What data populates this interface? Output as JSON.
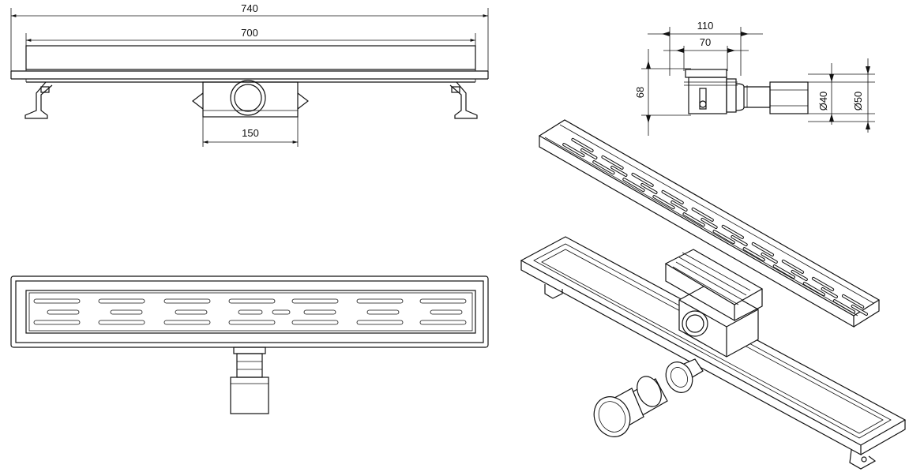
{
  "dimensions": {
    "overall_length": "740",
    "grate_length": "700",
    "outlet_width": "150",
    "side_width": "110",
    "side_inner_width": "70",
    "side_height": "68",
    "outlet_diameter_small": "Ø40",
    "outlet_diameter_large": "Ø50"
  },
  "icons": {
    "front_view": "drain-front-view-drawing",
    "side_view": "drain-side-view-drawing",
    "top_view": "drain-top-view-drawing",
    "isometric": "drain-exploded-isometric-drawing"
  }
}
